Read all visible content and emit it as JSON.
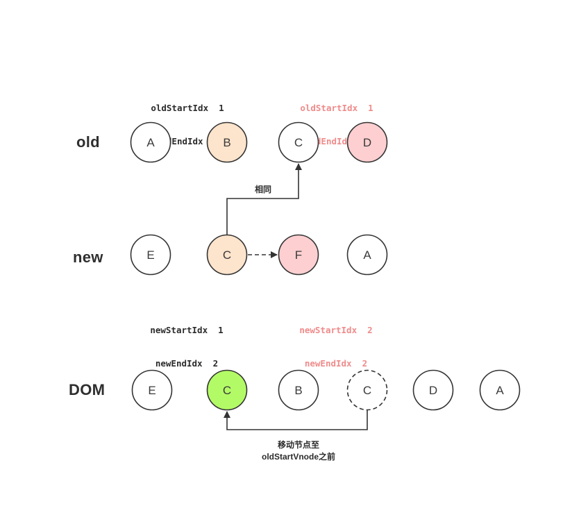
{
  "rows": {
    "old": {
      "label": "old",
      "nodes": [
        {
          "letter": "A",
          "fill": "#ffffff"
        },
        {
          "letter": "B",
          "fill": "#fde4cc"
        },
        {
          "letter": "C",
          "fill": "#ffffff"
        },
        {
          "letter": "D",
          "fill": "#fdcfd1"
        }
      ]
    },
    "new": {
      "label": "new",
      "nodes": [
        {
          "letter": "E",
          "fill": "#ffffff"
        },
        {
          "letter": "C",
          "fill": "#fde4cc"
        },
        {
          "letter": "F",
          "fill": "#fdcfd1"
        },
        {
          "letter": "A",
          "fill": "#ffffff"
        }
      ]
    },
    "dom": {
      "label": "DOM",
      "nodes": [
        {
          "letter": "E",
          "fill": "#ffffff",
          "dashed": false
        },
        {
          "letter": "C",
          "fill": "#b3fb66",
          "dashed": false
        },
        {
          "letter": "B",
          "fill": "#ffffff",
          "dashed": false
        },
        {
          "letter": "C",
          "fill": "#ffffff",
          "dashed": true
        },
        {
          "letter": "D",
          "fill": "#ffffff",
          "dashed": false
        },
        {
          "letter": "A",
          "fill": "#ffffff",
          "dashed": false
        }
      ]
    }
  },
  "old_indices_before": {
    "line1": "oldStartIdx  1",
    "line2": "oldEndIdx  3"
  },
  "old_indices_after": {
    "line1": "oldStartIdx  1",
    "line2": "oldEndIdx  3"
  },
  "new_indices_before": {
    "line1": "newStartIdx  1",
    "line2": "newEndIdx  2"
  },
  "new_indices_after": {
    "line1": "newStartIdx  2",
    "line2": "newEndIdx  2"
  },
  "annotations": {
    "same_label": "相同",
    "move_line1": "移动节点至",
    "move_line2": "oldStartVnode之前"
  },
  "colors": {
    "stroke": "#333333",
    "index_highlight": "#ef8b8b",
    "index_normal": "#2b2b2b"
  }
}
